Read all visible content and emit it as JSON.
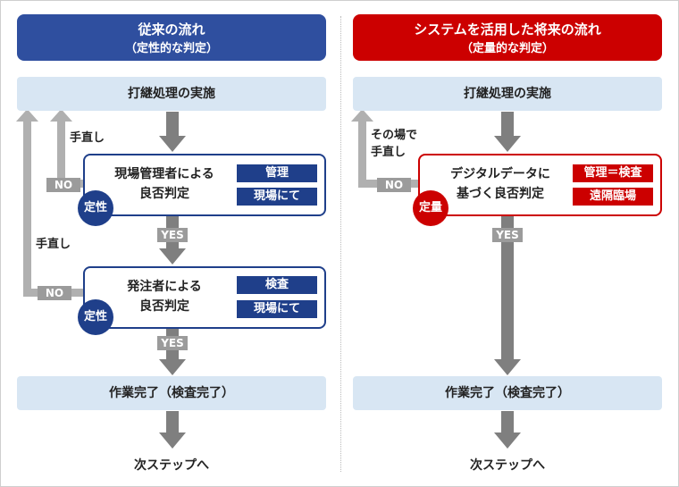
{
  "left": {
    "header": {
      "title": "従来の流れ",
      "subtitle": "（定性的な判定）"
    },
    "start_step": "打継処理の実施",
    "check1": {
      "text_line1": "現場管理者による",
      "text_line2": "良否判定",
      "tags": [
        "管理",
        "現場にて"
      ],
      "badge": "定性",
      "no_label": "NO",
      "retry_label": "手直し"
    },
    "yes1": "YES",
    "check2": {
      "text_line1": "発注者による",
      "text_line2": "良否判定",
      "tags": [
        "検査",
        "現場にて"
      ],
      "badge": "定性",
      "no_label": "NO",
      "retry_label": "手直し"
    },
    "yes2": "YES",
    "end_step": "作業完了（検査完了）",
    "next": "次ステップへ"
  },
  "right": {
    "header": {
      "title": "システムを活用した将来の流れ",
      "subtitle": "（定量的な判定）"
    },
    "start_step": "打継処理の実施",
    "check": {
      "text_line1": "デジタルデータに",
      "text_line2": "基づく良否判定",
      "tags": [
        "管理＝検査",
        "遠隔臨場"
      ],
      "badge": "定量",
      "no_label": "NO",
      "retry_line1": "その場で",
      "retry_line2": "手直し"
    },
    "yes": "YES",
    "end_step": "作業完了（検査完了）",
    "next": "次ステップへ"
  },
  "colors": {
    "blue": "#2f4f9f",
    "navy": "#1f3f8a",
    "red": "#cc0000",
    "band": "#d8e6f3",
    "arrow": "#7f7f7f",
    "loop": "#b0b0b0"
  }
}
